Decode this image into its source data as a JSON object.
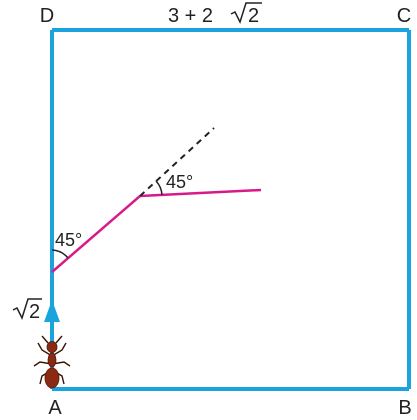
{
  "vertices": {
    "A": "A",
    "B": "B",
    "C": "C",
    "D": "D"
  },
  "side_length": {
    "prefix": "3 + 2",
    "radical": "2"
  },
  "segment_length": {
    "radical": "2"
  },
  "angles": {
    "first": "45°",
    "second": "45°"
  },
  "colors": {
    "square": "#1aa3dd",
    "path": "#d8198a",
    "dashed": "#222222",
    "arrow": "#1aa3dd",
    "ant": "#8b2a12"
  },
  "icons": {
    "ant": "ant-icon",
    "arrow": "arrow-up-icon"
  }
}
